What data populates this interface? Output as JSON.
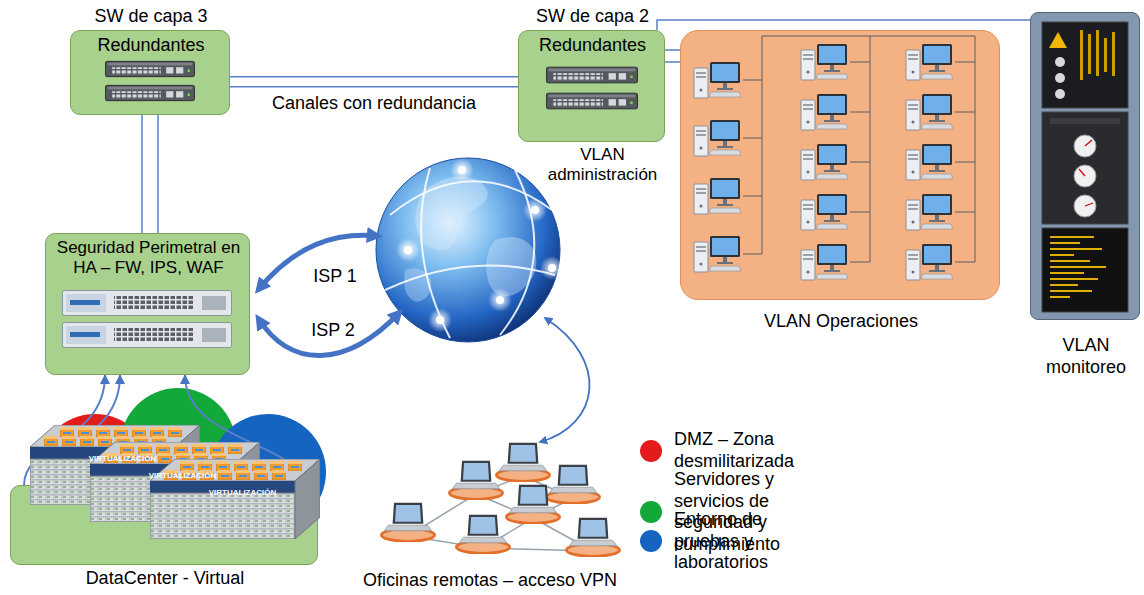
{
  "diagram": {
    "nodes": [
      {
        "text": [
          "SW de capa 3",
          "Redundantes"
        ]
      },
      {
        "text": [
          "SW de capa 2",
          "Redundantes",
          "VLAN administración"
        ]
      },
      {
        "text": [
          "VLAN Operaciones"
        ]
      },
      {
        "text": [
          "VLAN monitoreo"
        ]
      },
      {
        "text": [
          "Seguridad Perimetral en HA – FW, IPS, WAF"
        ]
      },
      {
        "text": [
          "DataCenter - Virtual"
        ]
      },
      {
        "text": [
          "Oficinas remotas – acceso VPN"
        ]
      }
    ],
    "edges": [
      {
        "from": 0,
        "to": 1,
        "label": "Canales con redundancia",
        "arrow": "none"
      },
      {
        "from": 1,
        "to": 2,
        "arrow": "none"
      },
      {
        "from": 1,
        "to": 3,
        "arrow": "none"
      },
      {
        "from": 0,
        "to": 4,
        "arrow": "none"
      },
      {
        "from": 5,
        "to": 4,
        "arrow": "to"
      }
    ],
    "labels": [
      "ISP 1",
      "ISP 2",
      "VIRTUALIZACIÓN",
      "VIRTUALIZACIÓN",
      "VIRTUALIZACIÓN"
    ],
    "legend": [
      {
        "text": "DMZ – Zona desmilitarizada",
        "color": "#e41b1b"
      },
      {
        "text": "Servidores y servicios de seguridad y cumplimiento",
        "color": "#12a83a"
      },
      {
        "text": "Entorno de pruebas y laboratorios",
        "color": "#1565c0"
      }
    ]
  }
}
